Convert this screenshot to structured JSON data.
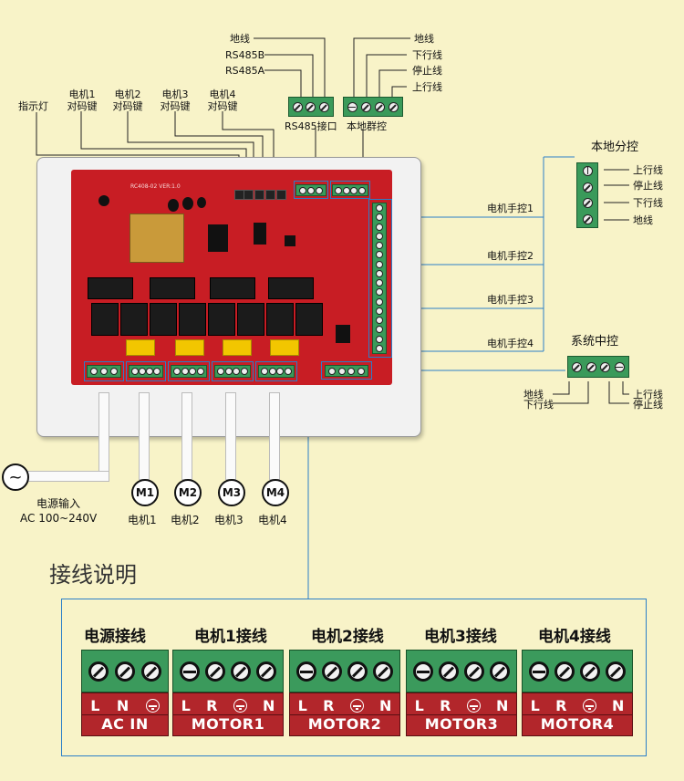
{
  "top_labels": {
    "indicator": "指示灯",
    "motor1_pair": [
      "电机1",
      "对码键"
    ],
    "motor2_pair": [
      "电机2",
      "对码键"
    ],
    "motor3_pair": [
      "电机3",
      "对码键"
    ],
    "motor4_pair": [
      "电机4",
      "对码键"
    ],
    "rs485_ground": "地线",
    "rs485_b": "RS485B",
    "rs485_a": "RS485A",
    "rs485_port": "RS485接口",
    "group_ground": "地线",
    "group_down": "下行线",
    "group_stop": "停止线",
    "group_up": "上行线",
    "group_control": "本地群控"
  },
  "local_control": {
    "title": "本地分控",
    "lines": [
      "上行线",
      "停止线",
      "下行线",
      "地线"
    ]
  },
  "manual_controls": [
    "电机手控1",
    "电机手控2",
    "电机手控3",
    "电机手控4"
  ],
  "central_control": {
    "title": "系统中控",
    "left_lines": [
      "地线",
      "下行线"
    ],
    "right_lines": [
      "上行线",
      "停止线"
    ]
  },
  "board_text": "RC408-02 VER:1.0",
  "power": {
    "label": "电源输入",
    "spec": "AC 100~240V"
  },
  "motors": [
    {
      "badge": "M1",
      "label": "电机1"
    },
    {
      "badge": "M2",
      "label": "电机2"
    },
    {
      "badge": "M3",
      "label": "电机3"
    },
    {
      "badge": "M4",
      "label": "电机4"
    }
  ],
  "wiring_title": "接线说明",
  "wiring_blocks": [
    {
      "title": "电源接线",
      "pins": [
        "L",
        "N",
        "⏚"
      ],
      "name": "AC IN"
    },
    {
      "title": "电机1接线",
      "pins": [
        "L",
        "R",
        "⏚",
        "N"
      ],
      "name": "MOTOR1"
    },
    {
      "title": "电机2接线",
      "pins": [
        "L",
        "R",
        "⏚",
        "N"
      ],
      "name": "MOTOR2"
    },
    {
      "title": "电机3接线",
      "pins": [
        "L",
        "R",
        "⏚",
        "N"
      ],
      "name": "MOTOR3"
    },
    {
      "title": "电机4接线",
      "pins": [
        "L",
        "R",
        "⏚",
        "N"
      ],
      "name": "MOTOR4"
    }
  ],
  "colors": {
    "background": "#f8f3c8",
    "pcb": "#c81d24",
    "terminal": "#3a9a5a",
    "accent_line": "#2b7fc8"
  }
}
